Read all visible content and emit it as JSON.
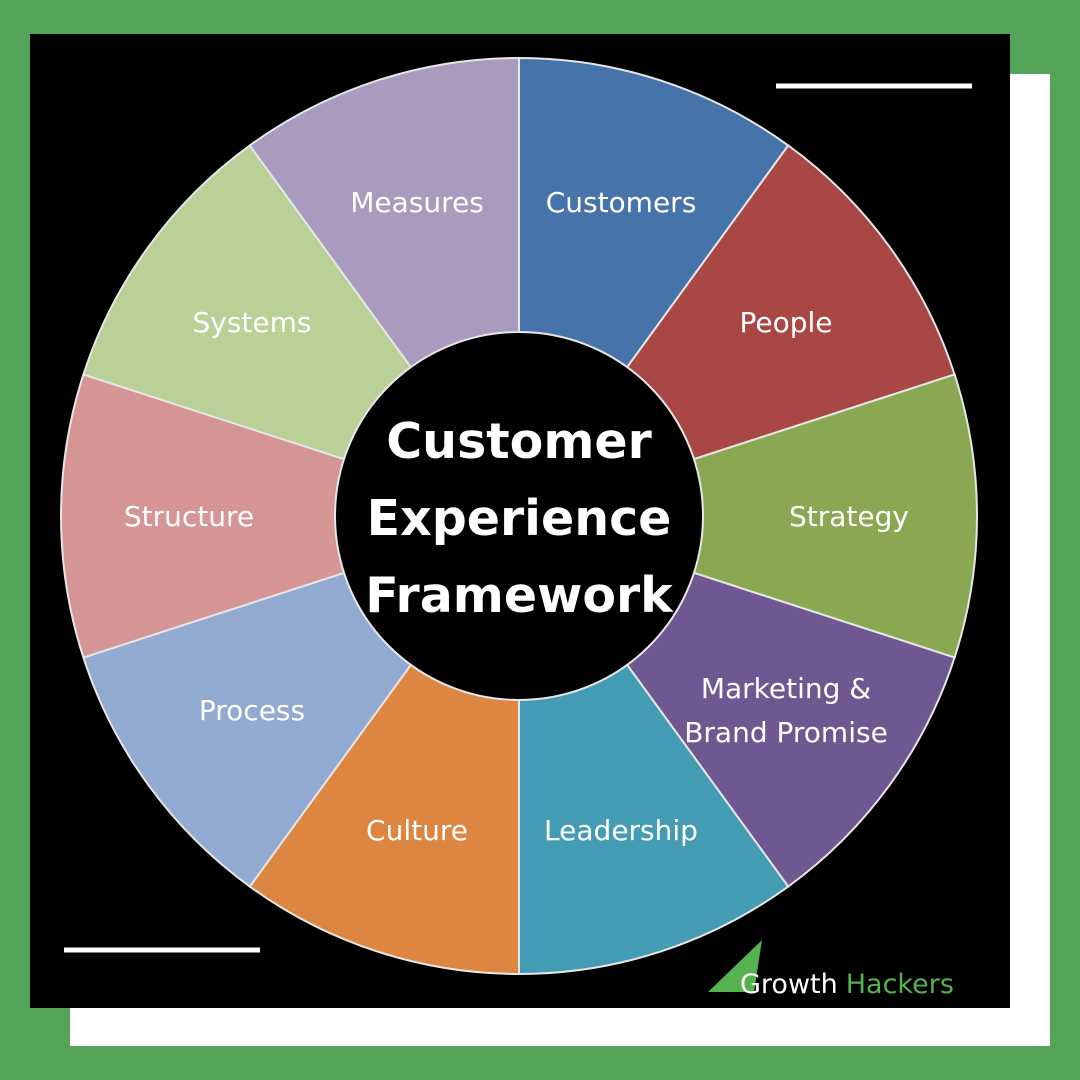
{
  "colors": {
    "background_green": "#53a457",
    "frame_white": "#ffffff",
    "panel_black": "#000000",
    "divider": "#e6e6e6",
    "brand_green": "#56b24f"
  },
  "diagram": {
    "center": {
      "lines": [
        "Customer",
        "Experience",
        "Framework"
      ],
      "fill": "#000000"
    },
    "segments": [
      {
        "label_lines": [
          "Customers"
        ],
        "color": "#4674aa"
      },
      {
        "label_lines": [
          "People"
        ],
        "color": "#a94745"
      },
      {
        "label_lines": [
          "Strategy"
        ],
        "color": "#89a851"
      },
      {
        "label_lines": [
          "Marketing &",
          "Brand Promise"
        ],
        "color": "#6f5791"
      },
      {
        "label_lines": [
          "Leadership"
        ],
        "color": "#439cb3"
      },
      {
        "label_lines": [
          "Culture"
        ],
        "color": "#dc8642"
      },
      {
        "label_lines": [
          "Process"
        ],
        "color": "#92a9d1"
      },
      {
        "label_lines": [
          "Structure"
        ],
        "color": "#d59594"
      },
      {
        "label_lines": [
          "Systems"
        ],
        "color": "#b9d197"
      },
      {
        "label_lines": [
          "Measures"
        ],
        "color": "#a89bbd"
      }
    ]
  },
  "brand": {
    "part1": "Growth",
    "part2": "Hackers"
  }
}
